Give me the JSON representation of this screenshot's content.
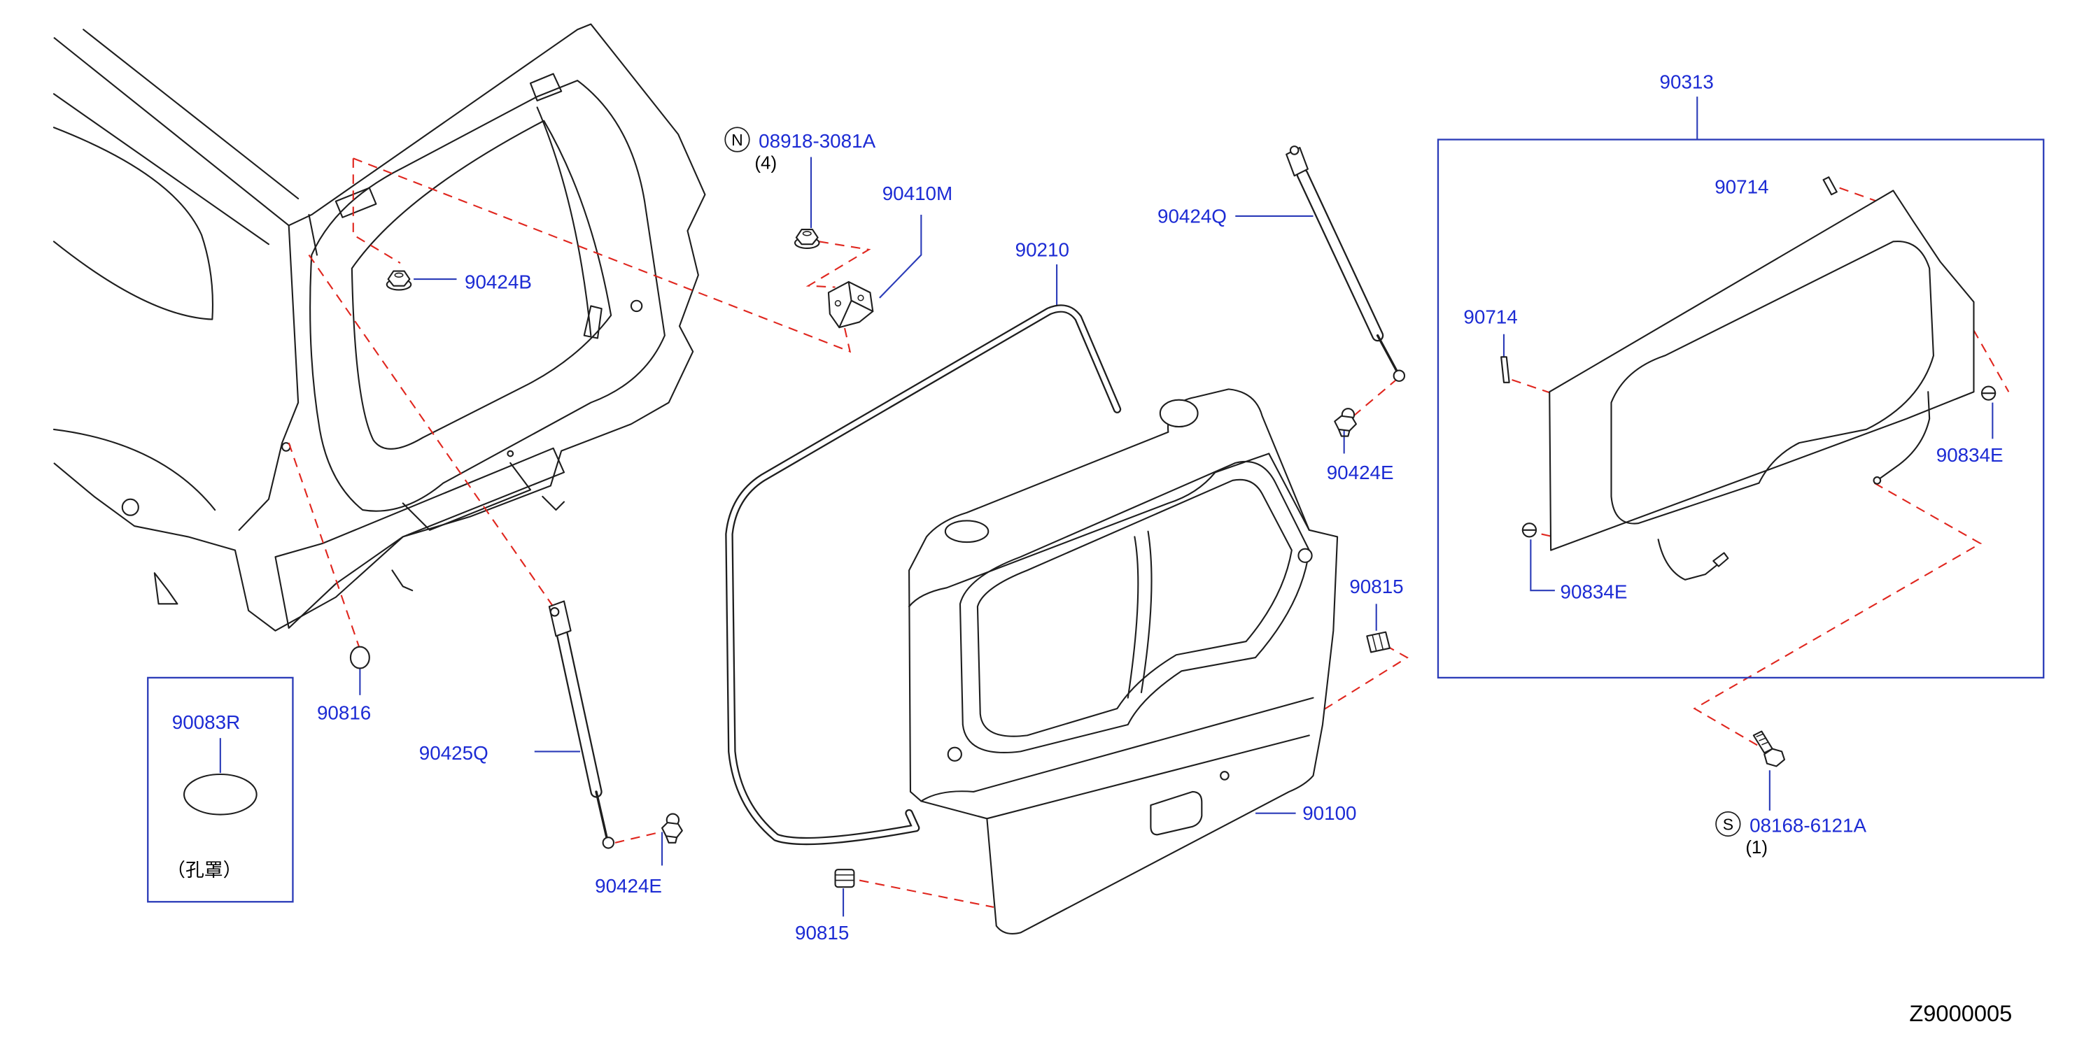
{
  "colors": {
    "part_number": "#1c2bd4",
    "leader": "#2a3bb8",
    "dashed_line": "#e0261e",
    "outline": "#1e1e1e",
    "background": "#ffffff"
  },
  "callouts": {
    "c08918": {
      "mark": "N",
      "part_number": "08918-3081A",
      "quantity": "(4)"
    },
    "c90410M": {
      "part_number": "90410M"
    },
    "c90424B": {
      "part_number": "90424B"
    },
    "c90210": {
      "part_number": "90210"
    },
    "c90424Q": {
      "part_number": "90424Q"
    },
    "c90424E_right": {
      "part_number": "90424E"
    },
    "c90313": {
      "part_number": "90313"
    },
    "c90714_top": {
      "part_number": "90714"
    },
    "c90714_left": {
      "part_number": "90714"
    },
    "c90834E_right": {
      "part_number": "90834E"
    },
    "c90834E_left": {
      "part_number": "90834E"
    },
    "c08168": {
      "mark": "S",
      "part_number": "08168-6121A",
      "quantity": "(1)"
    },
    "c90815_right": {
      "part_number": "90815"
    },
    "c90100": {
      "part_number": "90100"
    },
    "c90815_left": {
      "part_number": "90815"
    },
    "c90424E_left": {
      "part_number": "90424E"
    },
    "c90425Q": {
      "part_number": "90425Q"
    },
    "c90816": {
      "part_number": "90816"
    },
    "c90083R": {
      "part_number": "90083R",
      "note": "（孔罩）"
    }
  },
  "diagram_code": "Z9000005"
}
